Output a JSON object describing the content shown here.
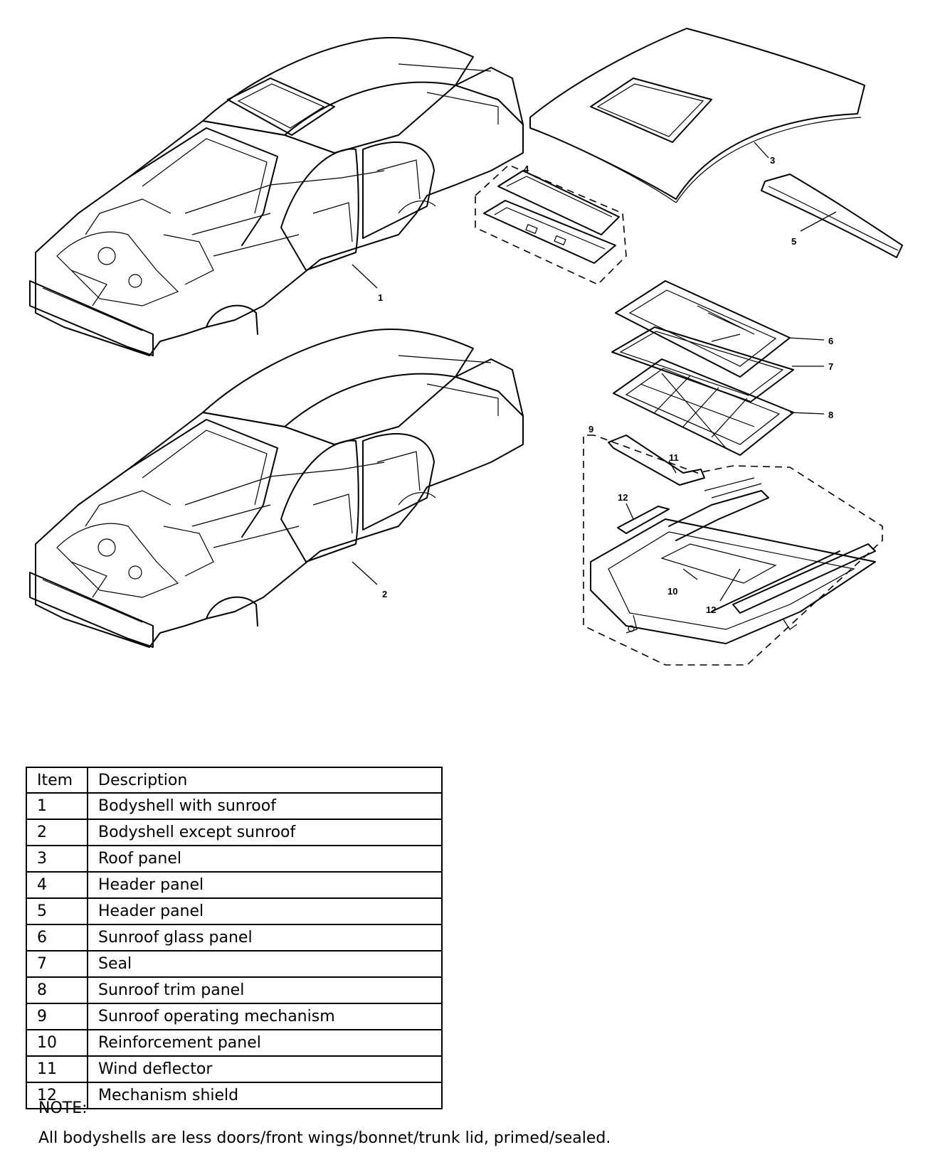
{
  "callouts": {
    "c1": "1",
    "c2": "2",
    "c3": "3",
    "c4": "4",
    "c5": "5",
    "c6": "6",
    "c7": "7",
    "c8": "8",
    "c9": "9",
    "c10": "10",
    "c11": "11",
    "c12a": "12",
    "c12b": "12"
  },
  "table": {
    "headers": {
      "item": "Item",
      "description": "Description"
    },
    "rows": [
      {
        "item": "1",
        "description": "Bodyshell with sunroof"
      },
      {
        "item": "2",
        "description": "Bodyshell except sunroof"
      },
      {
        "item": "3",
        "description": "Roof panel"
      },
      {
        "item": "4",
        "description": "Header panel"
      },
      {
        "item": "5",
        "description": "Header panel"
      },
      {
        "item": "6",
        "description": "Sunroof glass panel"
      },
      {
        "item": "7",
        "description": "Seal"
      },
      {
        "item": "8",
        "description": "Sunroof trim panel"
      },
      {
        "item": "9",
        "description": "Sunroof operating mechanism"
      },
      {
        "item": "10",
        "description": "Reinforcement panel"
      },
      {
        "item": "11",
        "description": "Wind deflector"
      },
      {
        "item": "12",
        "description": "Mechanism shield"
      }
    ]
  },
  "note": {
    "label": "NOTE:",
    "text": "All bodyshells are less doors/front wings/bonnet/trunk lid, primed/sealed."
  }
}
